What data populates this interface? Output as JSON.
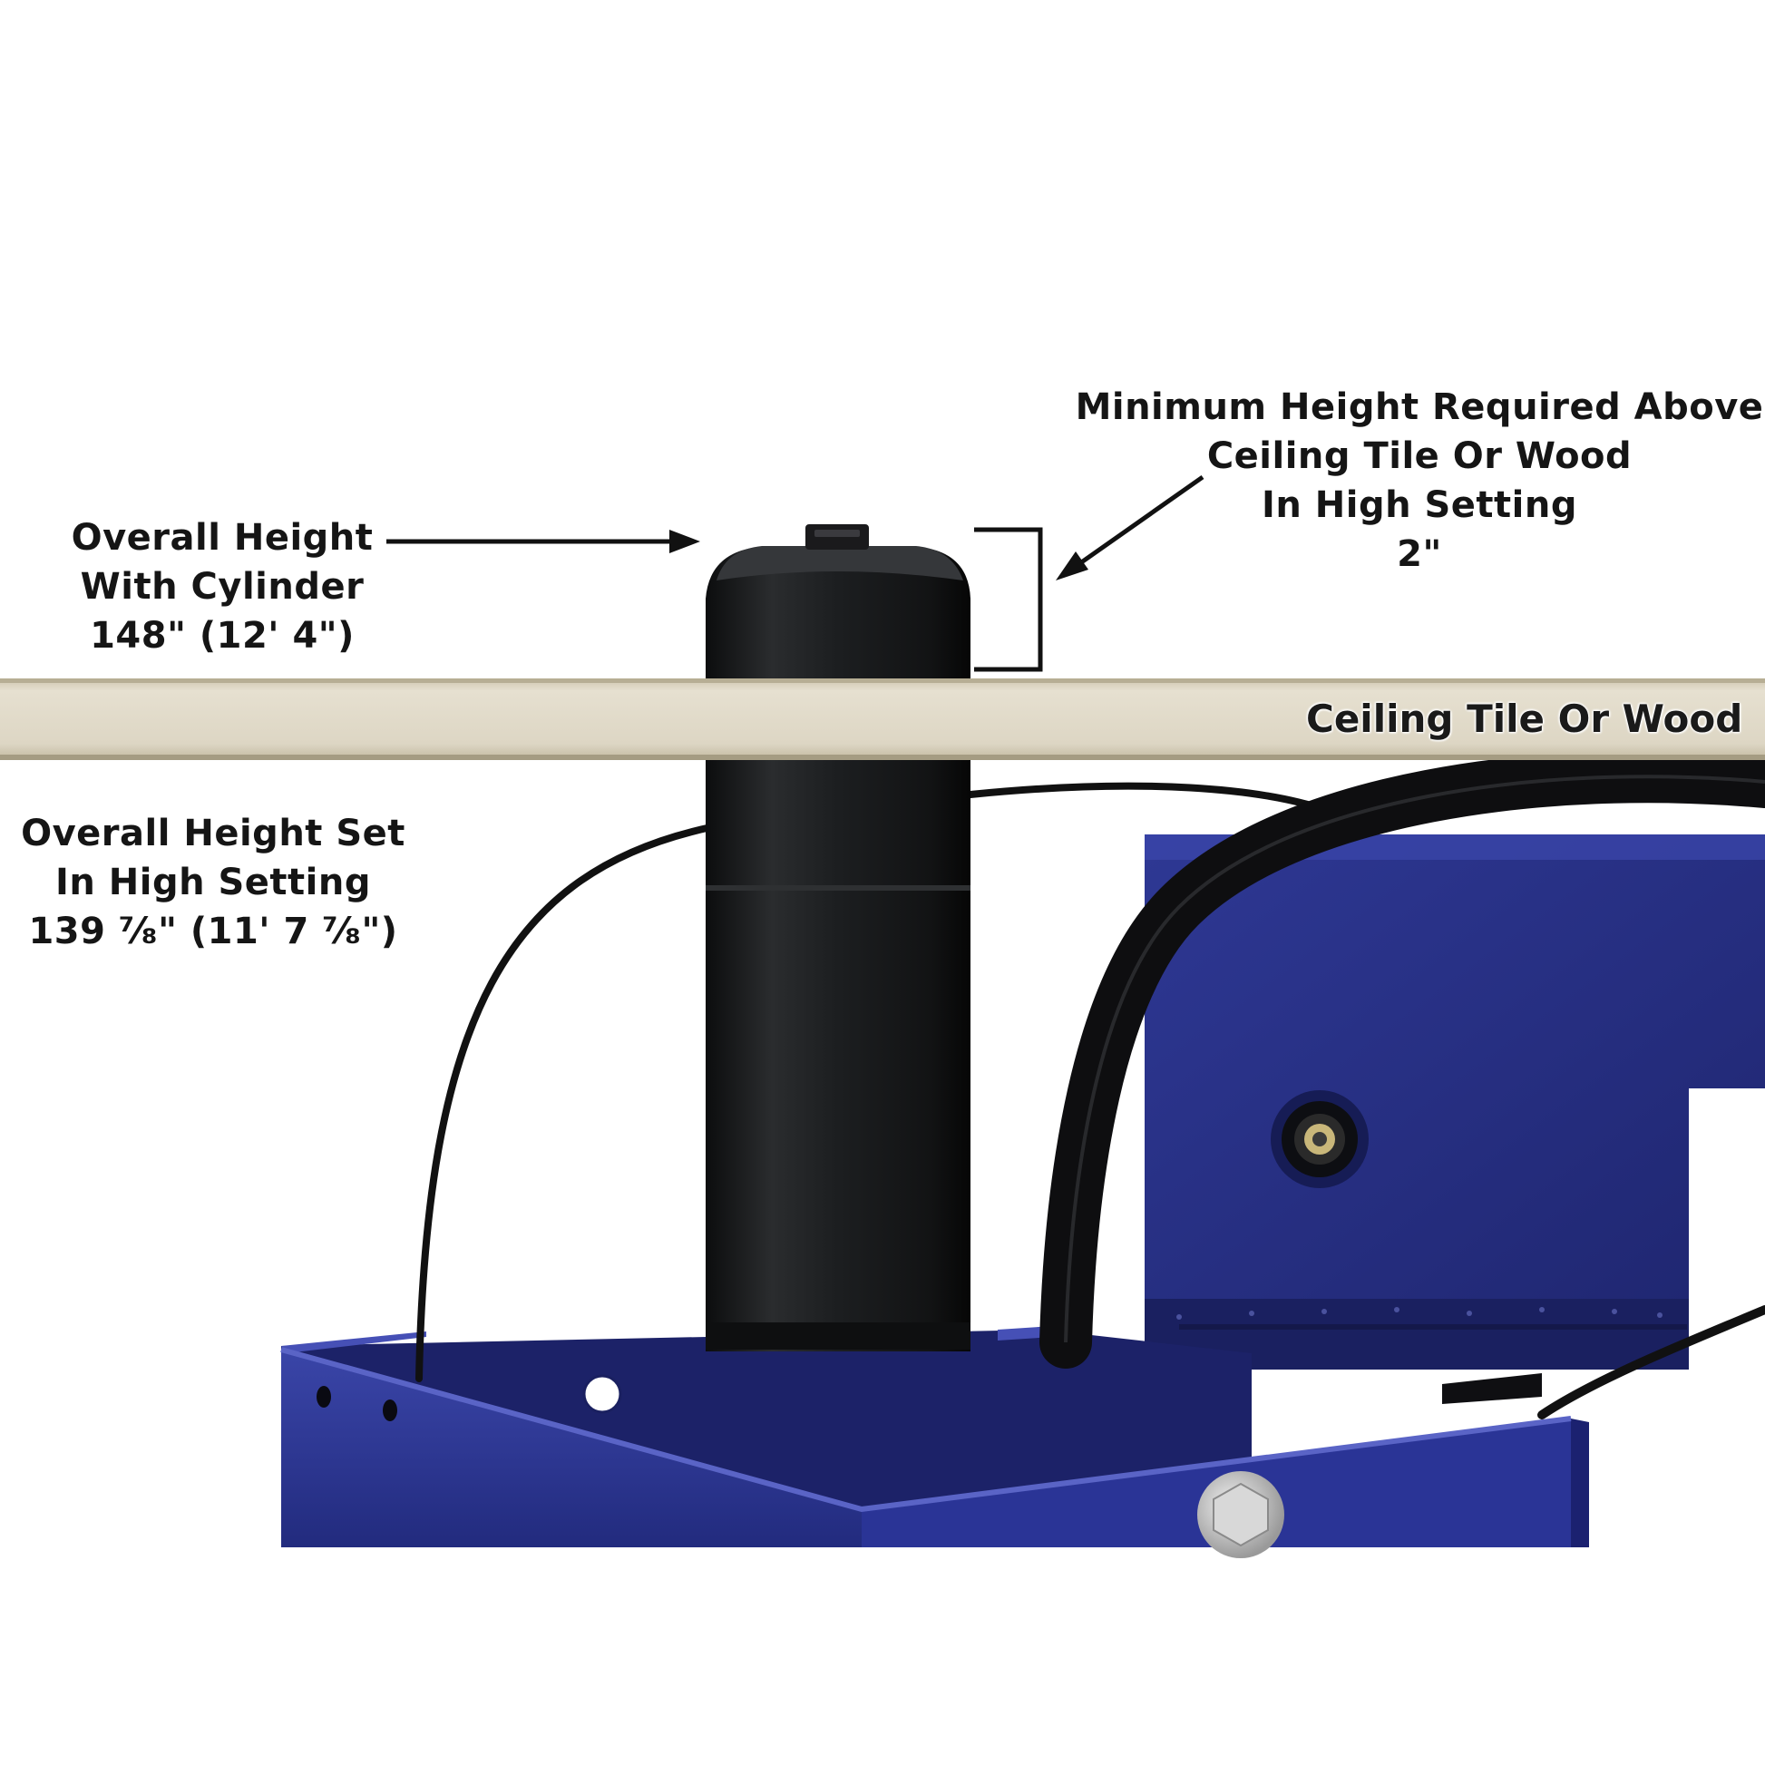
{
  "callouts": {
    "overall_with_cylinder": {
      "line1": "Overall Height",
      "line2": "With Cylinder",
      "line3": "148\" (12' 4\")"
    },
    "overall_high_setting": {
      "line1": "Overall Height Set",
      "line2": "In High Setting",
      "line3": "139 ⁷⁄₈\" (11' 7 ⁷⁄₈\")"
    },
    "minimum_height": {
      "line1": "Minimum Height Required Above",
      "line2": "Ceiling Tile Or Wood",
      "line3": "In High Setting",
      "line4": "2\""
    },
    "ceiling_label": "Ceiling Tile Or Wood"
  },
  "colors": {
    "ceiling_board": "#ddd6c4",
    "cylinder": "#1a1c1e",
    "post_blue": "#2b3591",
    "background": "#ffffff"
  },
  "icons": {
    "arrow_to_cylinder": "arrow-right-icon",
    "arrow_to_bracket": "arrow-down-left-icon"
  }
}
